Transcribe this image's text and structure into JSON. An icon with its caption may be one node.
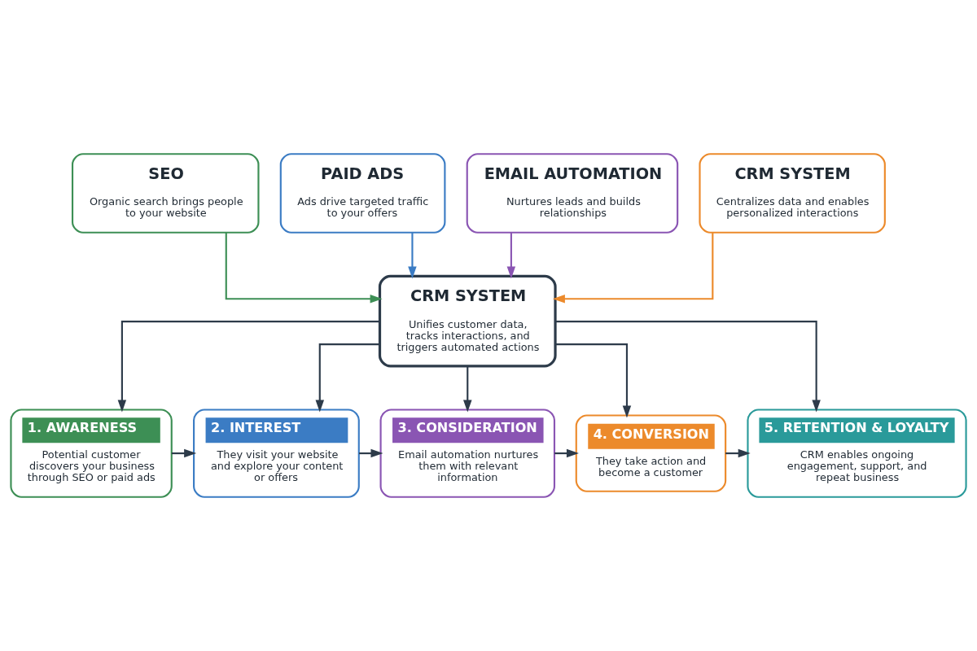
{
  "diagram": {
    "nodes": [
      {
        "text": [
          "SEO",
          "Organic search brings people to your website"
        ]
      },
      {
        "text": [
          "PAID ADS",
          "Ads drive targeted traffic to your offers"
        ]
      },
      {
        "text": [
          "EMAIL AUTOMATION",
          "Nurtures leads and builds relationships"
        ]
      },
      {
        "text": [
          "CRM SYSTEM",
          "Centralizes data and enables personalized interactions"
        ]
      },
      {
        "text": [
          "CRM SYSTEM",
          "Unifies customer data, tracks interactions, and triggers automated actions"
        ]
      },
      {
        "text": [
          "1. AWARENESS",
          "Potential customer discovers your business through SEO or paid ads"
        ]
      },
      {
        "text": [
          "2. INTEREST",
          "They visit your website and explore your content or offers"
        ]
      },
      {
        "text": [
          "3. CONSIDERATION",
          "Email automation nurtures them with relevant information"
        ]
      },
      {
        "text": [
          "4. CONVERSION",
          "They take action and become a customer"
        ]
      },
      {
        "text": [
          "5. RETENTION & LOYALTY",
          "CRM enables ongoing engagement, support, and repeat business"
        ]
      }
    ],
    "edges": [
      {
        "from": 0,
        "to": 4,
        "arrow": "to",
        "color": "#3d8f55"
      },
      {
        "from": 1,
        "to": 4,
        "arrow": "to",
        "color": "#3b7cc4"
      },
      {
        "from": 2,
        "to": 4,
        "arrow": "to",
        "color": "#8a55b3"
      },
      {
        "from": 3,
        "to": 4,
        "arrow": "to",
        "color": "#ec8a2b"
      },
      {
        "from": 4,
        "to": 5,
        "arrow": "to"
      },
      {
        "from": 4,
        "to": 6,
        "arrow": "to"
      },
      {
        "from": 4,
        "to": 7,
        "arrow": "to"
      },
      {
        "from": 4,
        "to": 8,
        "arrow": "to"
      },
      {
        "from": 4,
        "to": 9,
        "arrow": "to"
      },
      {
        "from": 5,
        "to": 6,
        "arrow": "to"
      },
      {
        "from": 6,
        "to": 7,
        "arrow": "to"
      },
      {
        "from": 7,
        "to": 8,
        "arrow": "to"
      },
      {
        "from": 8,
        "to": 9,
        "arrow": "to"
      }
    ]
  }
}
